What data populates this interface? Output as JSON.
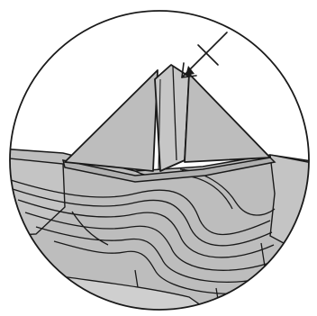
{
  "diagram": {
    "subject": "origami-boat-fold-detail",
    "colors": {
      "background": "#ffffff",
      "paper_fill": "#bdbdbd",
      "paper_fill_light": "#cfcfcf",
      "outline": "#1a1a1a"
    },
    "markers": {
      "arrow_icon": "fold-direction-arrow",
      "cross_icon": "no-fold-cross"
    }
  }
}
